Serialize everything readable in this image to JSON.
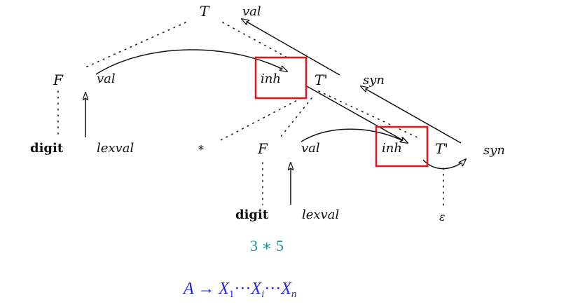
{
  "diagram": {
    "type": "annotated-parse-tree-dependency-graph",
    "nodes": {
      "root": {
        "symbol": "T",
        "attr": "val"
      },
      "f1": {
        "symbol": "F",
        "attr": "val"
      },
      "tp1": {
        "symbol": "T'",
        "attr_inh": "inh",
        "attr_syn": "syn"
      },
      "digit1": {
        "symbol": "digit",
        "attr": "lexval"
      },
      "star": {
        "symbol": "*"
      },
      "f2": {
        "symbol": "F",
        "attr": "val"
      },
      "tp2": {
        "symbol": "T'",
        "attr_inh": "inh",
        "attr_syn": "syn"
      },
      "digit2": {
        "symbol": "digit",
        "attr": "lexval"
      },
      "eps": {
        "symbol": "ε"
      }
    },
    "highlight_color": "#e8141c",
    "highlighted": [
      "tp1.inh",
      "tp2.inh"
    ]
  },
  "captions": {
    "expression": "3 ∗ 5",
    "production_A": "A",
    "production_arrow": "→",
    "production_X": "X",
    "sub_1": "1",
    "sub_i": "i",
    "sub_n": "n",
    "dots": "···"
  },
  "colors": {
    "expression": "#1a9090",
    "production": "#2222ee"
  }
}
